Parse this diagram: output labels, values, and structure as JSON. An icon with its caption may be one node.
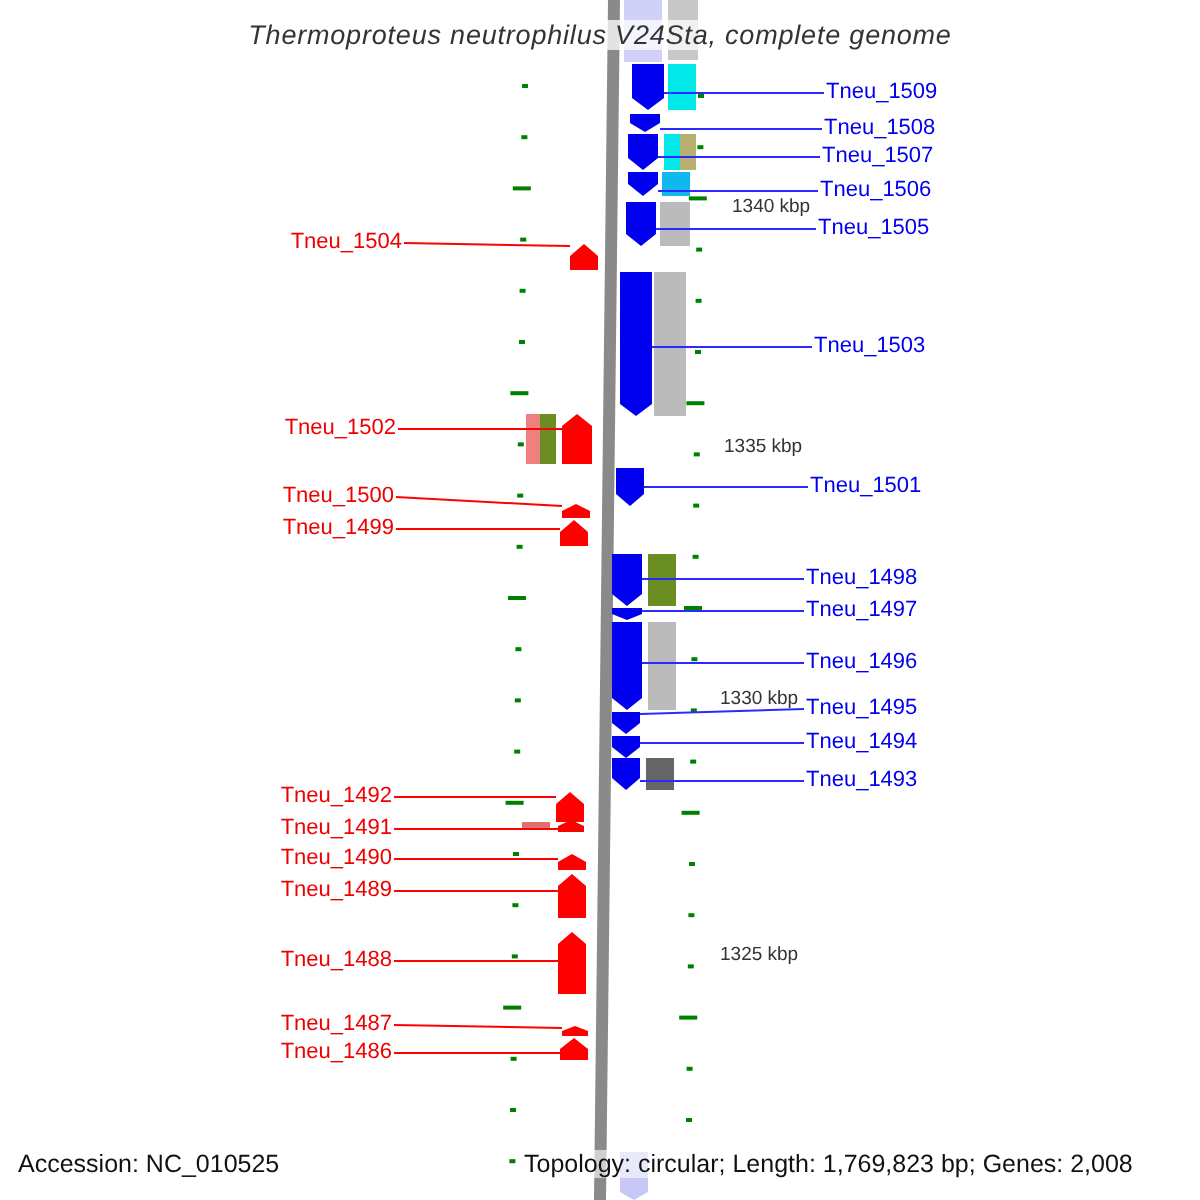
{
  "diagram": {
    "title": "Thermoproteus neutrophilus V24Sta, complete genome",
    "nodes": [
      {
        "text": [
          "Tneu_1509"
        ]
      },
      {
        "text": [
          "Tneu_1508"
        ]
      },
      {
        "text": [
          "Tneu_1507"
        ]
      },
      {
        "text": [
          "Tneu_1506"
        ]
      },
      {
        "text": [
          "Tneu_1505"
        ]
      },
      {
        "text": [
          "Tneu_1504"
        ]
      },
      {
        "text": [
          "Tneu_1503"
        ]
      },
      {
        "text": [
          "Tneu_1502"
        ]
      },
      {
        "text": [
          "Tneu_1501"
        ]
      },
      {
        "text": [
          "Tneu_1500"
        ]
      },
      {
        "text": [
          "Tneu_1499"
        ]
      },
      {
        "text": [
          "Tneu_1498"
        ]
      },
      {
        "text": [
          "Tneu_1497"
        ]
      },
      {
        "text": [
          "Tneu_1496"
        ]
      },
      {
        "text": [
          "Tneu_1495"
        ]
      },
      {
        "text": [
          "Tneu_1494"
        ]
      },
      {
        "text": [
          "Tneu_1493"
        ]
      },
      {
        "text": [
          "Tneu_1492"
        ]
      },
      {
        "text": [
          "Tneu_1491"
        ]
      },
      {
        "text": [
          "Tneu_1490"
        ]
      },
      {
        "text": [
          "Tneu_1489"
        ]
      },
      {
        "text": [
          "Tneu_1488"
        ]
      },
      {
        "text": [
          "Tneu_1487"
        ]
      },
      {
        "text": [
          "Tneu_1486"
        ]
      },
      {
        "text": [],
        "shape": "arrow"
      },
      {
        "text": [],
        "shape": "arrow"
      },
      {
        "text": [],
        "shape": "arrow"
      },
      {
        "text": [],
        "shape": "arrow"
      },
      {
        "text": [],
        "shape": "arrow"
      },
      {
        "text": [],
        "shape": "arrow"
      },
      {
        "text": [],
        "shape": "arrow"
      },
      {
        "text": [],
        "shape": "arrow"
      },
      {
        "text": [],
        "shape": "arrow"
      },
      {
        "text": [],
        "shape": "arrow"
      },
      {
        "text": [],
        "shape": "arrow"
      },
      {
        "text": [],
        "shape": "arrow"
      },
      {
        "text": [],
        "shape": "arrow"
      },
      {
        "text": [],
        "shape": "arrow"
      },
      {
        "text": [],
        "shape": "arrow"
      },
      {
        "text": [],
        "shape": "arrow"
      },
      {
        "text": [],
        "shape": "arrow"
      },
      {
        "text": [],
        "shape": "arrow"
      },
      {
        "text": [],
        "shape": "arrow"
      },
      {
        "text": [],
        "shape": "arrow"
      },
      {
        "text": [],
        "shape": "arrow"
      },
      {
        "text": [],
        "shape": "arrow"
      },
      {
        "text": [],
        "shape": "arrow"
      },
      {
        "text": [],
        "shape": "arrow"
      }
    ],
    "edges": [
      {
        "from": 0,
        "to": 24,
        "arrow": "none"
      },
      {
        "from": 1,
        "to": 25,
        "arrow": "none"
      },
      {
        "from": 2,
        "to": 26,
        "arrow": "none"
      },
      {
        "from": 3,
        "to": 27,
        "arrow": "none"
      },
      {
        "from": 4,
        "to": 28,
        "arrow": "none"
      },
      {
        "from": 5,
        "to": 29,
        "arrow": "none",
        "color": "#ff0000"
      },
      {
        "from": 6,
        "to": 30,
        "arrow": "none"
      },
      {
        "from": 7,
        "to": 31,
        "arrow": "none",
        "color": "#ff0000"
      },
      {
        "from": 8,
        "to": 32,
        "arrow": "none"
      },
      {
        "from": 9,
        "to": 33,
        "arrow": "none",
        "color": "#ff0000"
      },
      {
        "from": 10,
        "to": 34,
        "arrow": "none",
        "color": "#ff0000"
      },
      {
        "from": 11,
        "to": 35,
        "arrow": "none"
      },
      {
        "from": 12,
        "to": 36,
        "arrow": "none"
      },
      {
        "from": 13,
        "to": 37,
        "arrow": "none"
      },
      {
        "from": 14,
        "to": 38,
        "arrow": "none"
      },
      {
        "from": 15,
        "to": 39,
        "arrow": "none"
      },
      {
        "from": 16,
        "to": 40,
        "arrow": "none"
      },
      {
        "from": 17,
        "to": 41,
        "arrow": "none",
        "color": "#ff0000"
      },
      {
        "from": 18,
        "to": 42,
        "arrow": "none",
        "color": "#ff0000"
      },
      {
        "from": 19,
        "to": 43,
        "arrow": "none",
        "color": "#ff0000"
      },
      {
        "from": 20,
        "to": 44,
        "arrow": "none",
        "color": "#ff0000"
      },
      {
        "from": 21,
        "to": 45,
        "arrow": "none",
        "color": "#ff0000"
      },
      {
        "from": 22,
        "to": 46,
        "arrow": "none",
        "color": "#ff0000"
      },
      {
        "from": 23,
        "to": 47,
        "arrow": "none",
        "color": "#ff0000"
      }
    ],
    "labels": [
      "1340 kbp",
      "1335 kbp",
      "1330 kbp",
      "1325 kbp",
      "Accession: NC_010525",
      "Topology: circular; Length: 1,769,823 bp; Genes: 2,008"
    ]
  }
}
